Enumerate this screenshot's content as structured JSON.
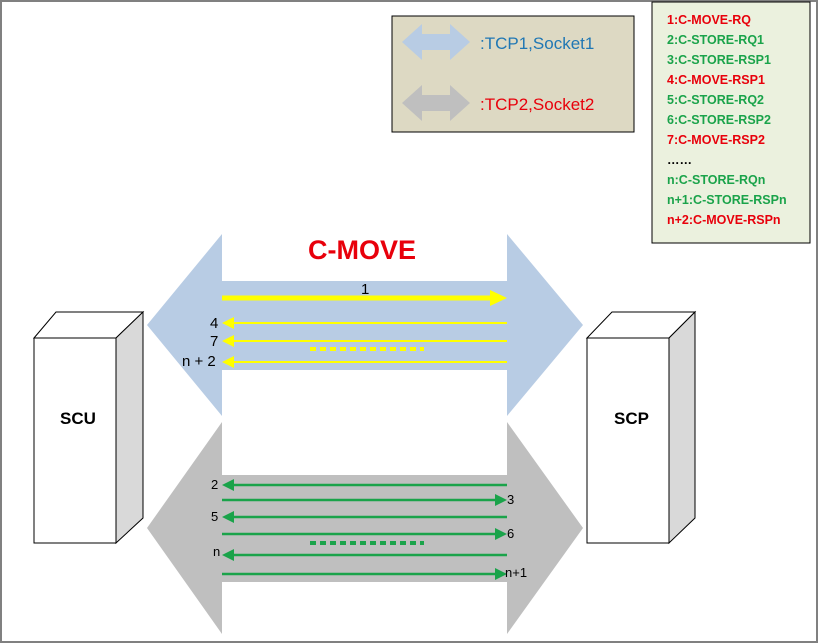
{
  "colors": {
    "tcp1": "#b8cce4",
    "tcp2": "#bfbfbf",
    "tcp1_text": "#1f77b4",
    "tcp2_text": "#e8000b",
    "msg_red": "#e8000b",
    "msg_green": "#1aa34a",
    "yellow": "#ffff00",
    "green_arrow": "#1aa34a",
    "legend_bg": "#ddd9c3",
    "messages_bg": "#ebf1de"
  },
  "legend": {
    "tcp1_label": ":TCP1,Socket1",
    "tcp2_label": ":TCP2,Socket2"
  },
  "messages": [
    {
      "text": "1:C-MOVE-RQ",
      "color": "red"
    },
    {
      "text": "2:C-STORE-RQ1",
      "color": "green"
    },
    {
      "text": "3:C-STORE-RSP1",
      "color": "green"
    },
    {
      "text": "4:C-MOVE-RSP1",
      "color": "red"
    },
    {
      "text": "5:C-STORE-RQ2",
      "color": "green"
    },
    {
      "text": "6:C-STORE-RSP2",
      "color": "green"
    },
    {
      "text": "7:C-MOVE-RSP2",
      "color": "red"
    },
    {
      "text": "……",
      "color": "black"
    },
    {
      "text": "n:C-STORE-RQn",
      "color": "green"
    },
    {
      "text": "n+1:C-STORE-RSPn",
      "color": "green"
    },
    {
      "text": "n+2:C-MOVE-RSPn",
      "color": "red"
    }
  ],
  "title": "C-MOVE",
  "nodes": {
    "scu": "SCU",
    "scp": "SCP"
  },
  "tcp1_arrows": [
    {
      "label": "1",
      "direction": "right"
    },
    {
      "label": "4",
      "direction": "left"
    },
    {
      "label": "7",
      "direction": "left"
    },
    {
      "label": "n + 2",
      "direction": "left"
    }
  ],
  "tcp2_arrows": [
    {
      "label": "2",
      "direction": "left"
    },
    {
      "label": "3",
      "direction": "right"
    },
    {
      "label": "5",
      "direction": "left"
    },
    {
      "label": "6",
      "direction": "right"
    },
    {
      "label": "n",
      "direction": "left"
    },
    {
      "label": "n+1",
      "direction": "right"
    }
  ]
}
